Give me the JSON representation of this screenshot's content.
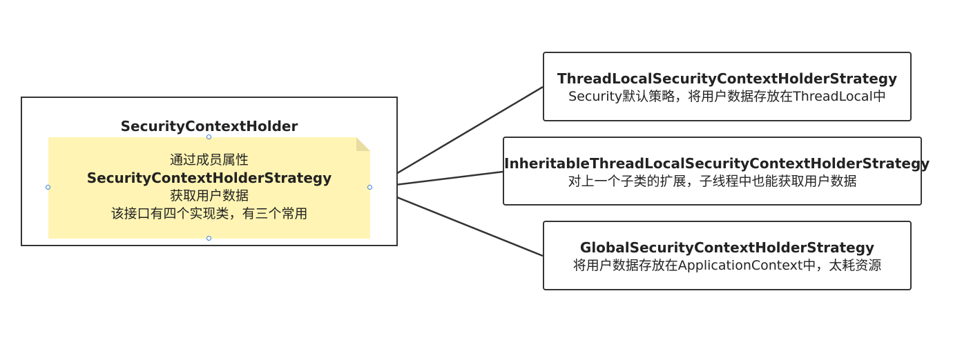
{
  "holder": {
    "title": "SecurityContextHolder",
    "note": {
      "line1": "通过成员属性",
      "line2": "SecurityContextHolderStrategy",
      "line3": "获取用户数据",
      "line4": "该接口有四个实现类，有三个常用"
    }
  },
  "strategies": [
    {
      "title": "ThreadLocalSecurityContextHolderStrategy",
      "description": "Security默认策略，将用户数据存放在ThreadLocal中"
    },
    {
      "title": "InheritableThreadLocalSecurityContextHolderStrategy",
      "description": "对上一个子类的扩展，子线程中也能获取用户数据"
    },
    {
      "title": "GlobalSecurityContextHolderStrategy",
      "description": "将用户数据存放在ApplicationContext中，太耗资源"
    }
  ],
  "colors": {
    "border": "#333333",
    "note_fill": "#fff4b3",
    "note_fold": "#e8dca0",
    "selection_handle": "#3b7dd8",
    "connector": "#333333"
  }
}
